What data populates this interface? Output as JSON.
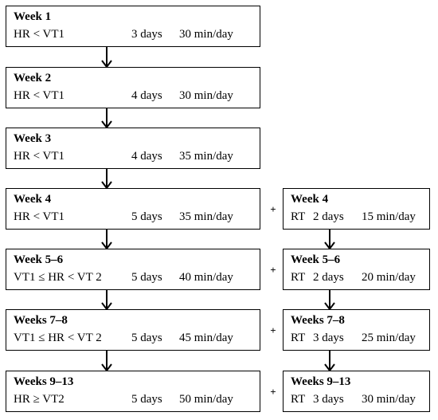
{
  "left_column": [
    {
      "title": "Week 1",
      "condition": "HR < VT1",
      "days": "3 days",
      "duration": "30 min/day"
    },
    {
      "title": "Week 2",
      "condition": "HR < VT1",
      "days": "4 days",
      "duration": "30 min/day"
    },
    {
      "title": "Week 3",
      "condition": "HR < VT1",
      "days": "4 days",
      "duration": "35 min/day"
    },
    {
      "title": "Week 4",
      "condition": "HR < VT1",
      "days": "5 days",
      "duration": "35 min/day"
    },
    {
      "title": "Week 5–6",
      "condition": "VT1 ≤ HR < VT 2",
      "days": "5 days",
      "duration": "40 min/day"
    },
    {
      "title": "Weeks 7–8",
      "condition": "VT1 ≤ HR < VT 2",
      "days": "5 days",
      "duration": "45 min/day"
    },
    {
      "title": "Weeks 9–13",
      "condition": "HR ≥ VT2",
      "days": "5 days",
      "duration": "50 min/day"
    }
  ],
  "right_column": [
    {
      "title": "Week 4",
      "type": "RT",
      "days": "2 days",
      "duration": "15 min/day"
    },
    {
      "title": "Week 5–6",
      "type": "RT",
      "days": "2 days",
      "duration": "20 min/day"
    },
    {
      "title": "Weeks 7–8",
      "type": "RT",
      "days": "3 days",
      "duration": "25 min/day"
    },
    {
      "title": "Weeks 9–13",
      "type": "RT",
      "days": "3 days",
      "duration": "30 min/day"
    }
  ],
  "plus_symbol": "+"
}
